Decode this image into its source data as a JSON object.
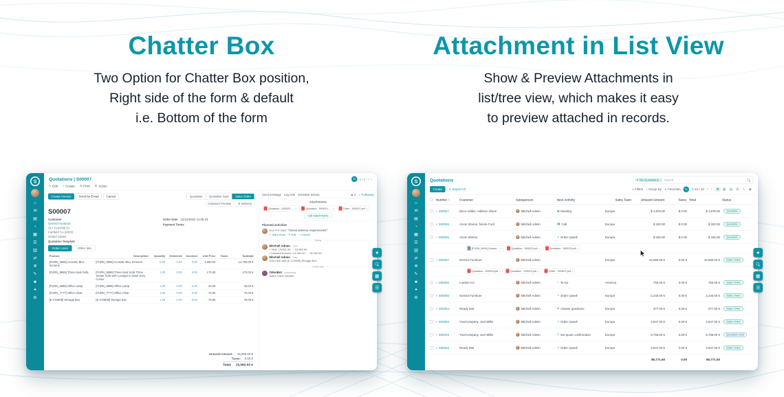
{
  "page": {
    "left_title": "Chatter Box",
    "left_subtitle": [
      "Two Option for Chatter Box position,",
      "Right side of the form & default",
      "i.e. Bottom of the form"
    ],
    "right_title": "Attachment in List View",
    "right_subtitle": [
      "Show & Preview Attachments in",
      "list/tree view, which makes it easy",
      "to preview attached in records."
    ]
  },
  "fabs": {
    "star": "★",
    "grid": "▦",
    "menu": "☰"
  },
  "app_sidebar": {
    "logo_glyph": "S",
    "icons": [
      {
        "name": "home-icon",
        "glyph": "⌂"
      },
      {
        "name": "discuss-icon",
        "glyph": "✉"
      },
      {
        "name": "calendar-icon",
        "glyph": "▤"
      },
      {
        "name": "crm-icon",
        "glyph": "◔"
      },
      {
        "name": "sales-icon",
        "glyph": "▦"
      },
      {
        "name": "dashboard-icon",
        "glyph": "☰"
      },
      {
        "name": "project-icon",
        "glyph": "▥"
      },
      {
        "name": "inventory-icon",
        "glyph": "⇄"
      },
      {
        "name": "accounting-icon",
        "glyph": "≣"
      },
      {
        "name": "purchase-icon",
        "glyph": "✎"
      },
      {
        "name": "employees-icon",
        "glyph": "☻"
      },
      {
        "name": "knowledge-icon",
        "glyph": "✦"
      },
      {
        "name": "settings-icon",
        "glyph": "⚙"
      }
    ]
  },
  "chatter_app": {
    "breadcrumb": "Quotations | S00007",
    "studio_glyph": "↻",
    "pager": "1 / 1",
    "pager_prev": "‹",
    "pager_next": "›",
    "toolbar": [
      {
        "glyph": "✎",
        "label": "Edit",
        "name": "edit-button"
      },
      {
        "glyph": "+",
        "label": "Create",
        "name": "create-button"
      },
      {
        "glyph": "⊟",
        "label": "Print",
        "name": "print-button"
      },
      {
        "glyph": "⚙",
        "label": "Action",
        "name": "action-button"
      }
    ],
    "action_buttons": [
      {
        "label": "Create Invoice",
        "style": "primary",
        "name": "create-invoice-button"
      },
      {
        "label": "Send by Email",
        "style": "",
        "name": "send-by-email-button"
      },
      {
        "label": "Cancel",
        "style": "",
        "name": "cancel-button"
      }
    ],
    "statusbar": [
      {
        "label": "Quotation",
        "state": ""
      },
      {
        "label": "Quotation Sent",
        "state": ""
      },
      {
        "label": "Sales Order",
        "state": "active"
      }
    ],
    "smart_buttons": {
      "customer_preview": "Customer Preview",
      "delivery_count": "2",
      "delivery_label": "Delivery"
    },
    "record": {
      "name": "S00007",
      "customer_label": "Customer",
      "customer": "Gemini Furniture",
      "address": [
        "317 Fairchild Dr",
        "Fairfield CA 94535",
        "United States"
      ],
      "order_date_label": "Order Date",
      "order_date": "12/12/2022 11:05:23",
      "payment_terms_label": "Payment Terms",
      "quotation_template_label": "Quotation Template"
    },
    "tabs": [
      {
        "label": "Order Lines",
        "state": "active"
      },
      {
        "label": "Other Info",
        "state": ""
      }
    ],
    "order_lines": {
      "headers": [
        "Product",
        "Description",
        "Quantity",
        "Delivered",
        "Invoiced",
        "Unit Price",
        "Taxes",
        "Subtotal"
      ],
      "rows": [
        {
          "product": "[FURN_6666] Acoustic Bloc Screens",
          "description": "[FURN_6666] Acoustic Bloc Screens",
          "quantity": "5.00",
          "delivered": "0.00",
          "invoiced": "0.00",
          "unit_price": "2,950.00",
          "taxes": "",
          "subtotal": "14,750.00 €"
        },
        {
          "product": "[FURN_8999] Three-Seat Sofa",
          "description": "[FURN_8999] Three-Seat Sofa Three Seater Sofa with Lounger in Steel Grey Colour",
          "quantity": "1.00",
          "delivered": "0.00",
          "invoiced": "0.00",
          "unit_price": "170.00",
          "taxes": "",
          "subtotal": "170.00 €"
        },
        {
          "product": "[FURN_8888] Office Lamp",
          "description": "[FURN_8888] Office Lamp",
          "quantity": "1.00",
          "delivered": "0.00",
          "invoiced": "0.00",
          "unit_price": "40.00",
          "taxes": "",
          "subtotal": "40.00 €"
        },
        {
          "product": "[FURN_7777] Office Chair",
          "description": "[FURN_7777] Office Chair",
          "quantity": "1.00",
          "delivered": "0.00",
          "invoiced": "0.00",
          "unit_price": "70.00",
          "taxes": "",
          "subtotal": "70.00 €"
        },
        {
          "product": "[E-COM08] Storage Box",
          "description": "[E-COM08] Storage Box",
          "quantity": "1.00",
          "delivered": "0.00",
          "invoiced": "0.00",
          "unit_price": "79.00",
          "taxes": "",
          "subtotal": "79.00 €"
        }
      ]
    },
    "totals": {
      "untaxed_label": "Untaxed Amount:",
      "untaxed": "15,060.00 €",
      "taxes_label": "Taxes:",
      "taxes": "0.00 €",
      "total_label": "Total:",
      "total": "15,060.00 €"
    },
    "chatter": {
      "send_message": "Send message",
      "log_note": "Log note",
      "schedule_activity": "Schedule activity",
      "follower_glyph": "☻",
      "followers_count": "2",
      "following_check": "✓",
      "following": "Following",
      "attachments_label": "Attachments",
      "attachments": [
        "Quotation - S00023.pdf",
        "Quotation - S00013.pdf",
        "Order - S00007.pdf"
      ],
      "chip_close": "×",
      "add_attachments": "Add attachments",
      "planned_label": "Planned activities",
      "activity": {
        "due": "Due in 6 days:",
        "title": "\"Check delivery requirements\"",
        "mark_done": "✓ Mark Done",
        "edit": "✎ Edit",
        "cancel": "× Cancel"
      },
      "today_label": "Today",
      "today_messages": [
        {
          "author": "Mitchell Admin",
          "time": "- now",
          "avatar": "av-admin",
          "line1": "• Total: 14,981.00 → 15,060.00",
          "line2": "• Untaxed Amount: 14,981.00 → 15,060.00"
        },
        {
          "author": "Mitchell Admin",
          "time": "- now",
          "avatar": "av-admin",
          "line1": "Extra line with [E-COM08] Storage Box",
          "line2": ""
        }
      ],
      "yesterday_label": "Yesterday",
      "yesterday_messages": [
        {
          "author": "OdooBot",
          "time": "- yesterday",
          "avatar": "av-bot",
          "line1": "Sales Order created",
          "line2": ""
        }
      ]
    }
  },
  "list_app": {
    "breadcrumb": "Quotations",
    "search": {
      "facet_icon": "★",
      "facet": "My Quotations",
      "facet_close": "×",
      "placeholder": "Search..."
    },
    "create_label": "Create",
    "export_glyph": "↥",
    "export_label": "Export All",
    "filters_glyph": "▾",
    "filters_label": "Filters",
    "groupby_glyph": "≡",
    "groupby_label": "Group By",
    "favorites_glyph": "★",
    "favorites_label": "Favorites",
    "studio_glyph": "↻",
    "pager": "1-10 / 10",
    "pager_prev": "‹",
    "pager_next": "›",
    "view_switcher": [
      {
        "name": "list-view-icon",
        "glyph": "≣",
        "state": "active"
      },
      {
        "name": "kanban-view-icon",
        "glyph": "▦",
        "state": ""
      },
      {
        "name": "calendar-view-icon",
        "glyph": "▤",
        "state": ""
      },
      {
        "name": "pivot-view-icon",
        "glyph": "⊞",
        "state": ""
      },
      {
        "name": "graph-view-icon",
        "glyph": "∿",
        "state": ""
      },
      {
        "name": "map-view-icon",
        "glyph": "◉",
        "state": ""
      }
    ],
    "headers": [
      {
        "label": "Number",
        "sort": "▲"
      },
      {
        "label": "Customer",
        "sort": ""
      },
      {
        "label": "Salesperson",
        "sort": ""
      },
      {
        "label": "Next Activity",
        "sort": ""
      },
      {
        "label": "Sales Team",
        "sort": ""
      },
      {
        "label": "Untaxed Amount",
        "sort": ""
      },
      {
        "label": "Taxes",
        "sort": ""
      },
      {
        "label": "Total",
        "sort": ""
      },
      {
        "label": "Status",
        "sort": ""
      }
    ],
    "rows_top": [
      {
        "expander": "▸",
        "number": "S00027",
        "customer": "Deco Addict, Addison Olson",
        "salesperson": "Mitchell Admin",
        "activity_icon": "▦",
        "activity": "Meeting",
        "team": "Europe",
        "untaxed": "$ 1,878.00",
        "taxes": "$ 0.00",
        "total": "$ 1,878.00",
        "status": "Quotation",
        "status_class": "quotation"
      },
      {
        "expander": "▸",
        "number": "S00026",
        "customer": "Azure Interior, Nicole Ford",
        "salesperson": "Mitchell Admin",
        "activity_icon": "☎",
        "activity": "Call",
        "team": "Europe",
        "untaxed": "$ 320.00",
        "taxes": "$ 0.00",
        "total": "$ 320.00",
        "status": "Quotation",
        "status_class": "quotation"
      },
      {
        "expander": "▾",
        "number": "S00025",
        "customer": "Azure Interior",
        "salesperson": "Mitchell Admin",
        "activity_icon": "↗",
        "activity": "Order Upsell",
        "team": "Europe",
        "untaxed": "$ 346.00",
        "taxes": "$ 0.00",
        "total": "$ 346.00",
        "status": "Quotation",
        "status_class": "quotation"
      }
    ],
    "attachments_s00025": [
      {
        "name": "[FURN_8999] Custom...",
        "kind": "img"
      },
      {
        "name": "Quotation - S00023.pdf",
        "kind": "pdf"
      },
      {
        "name": "Quotation - S00015.pdf",
        "kind": "pdf"
      }
    ],
    "rows_middle": [
      {
        "expander": "▾",
        "number": "S00007",
        "customer": "Gemini Furniture",
        "salesperson": "Mitchell Admin",
        "activity_icon": "",
        "activity": "",
        "team": "Europe",
        "untaxed": "15,060.00 €",
        "taxes": "0.00 €",
        "total": "15,060.00 €",
        "status": "Sales Order",
        "status_class": "sales-order"
      }
    ],
    "attachments_s00007": [
      {
        "name": "Quotation - S00023.pdf",
        "kind": "pdf"
      },
      {
        "name": "Quotation - S00013.pdf",
        "kind": "pdf"
      },
      {
        "name": "Order - S00007.pdf",
        "kind": "pdf"
      }
    ],
    "rows_bottom": [
      {
        "expander": "▸",
        "number": "S00006",
        "customer": "Lumber Inc",
        "salesperson": "Mitchell Admin",
        "activity_icon": "✓",
        "activity": "To Do",
        "team": "America",
        "untaxed": "750.00 €",
        "taxes": "0.00 €",
        "total": "750.00 €",
        "status": "Sales Order",
        "status_class": "sales-order"
      },
      {
        "expander": "▸",
        "number": "S00005",
        "customer": "Gemini Furniture",
        "salesperson": "Mitchell Admin",
        "activity_icon": "↗",
        "activity": "Order Upsell",
        "team": "Europe",
        "untaxed": "2,240.00 €",
        "taxes": "0.00 €",
        "total": "2,240.00 €",
        "status": "Sales Order",
        "status_class": "sales-order"
      },
      {
        "expander": "▸",
        "number": "S00004",
        "customer": "Ready Mat",
        "salesperson": "Mitchell Admin",
        "activity_icon": "✉",
        "activity": "Answer questions",
        "team": "Europe",
        "untaxed": "377.00 €",
        "taxes": "0.00 €",
        "total": "377.00 €",
        "status": "Sales Order",
        "status_class": "sales-order"
      },
      {
        "expander": "▸",
        "number": "S00003",
        "customer": "YourCompany, Joel Willis",
        "salesperson": "Mitchell Admin",
        "activity_icon": "↗",
        "activity": "Order Upsell",
        "team": "Europe",
        "untaxed": "2,947.00 €",
        "taxes": "0.00 €",
        "total": "2,947.00 €",
        "status": "Sales Order",
        "status_class": "sales-order"
      },
      {
        "expander": "▸",
        "number": "S00019",
        "customer": "YourCompany, Joel Willis",
        "salesperson": "Mitchell Admin",
        "activity_icon": "✎",
        "activity": "Set quote confirmation",
        "team": "Europe",
        "untaxed": "9,755.00 €",
        "taxes": "0.00 €",
        "total": "9,755.00 €",
        "status": "Quotation Sent",
        "status_class": "quotation-sent"
      },
      {
        "expander": "▸",
        "number": "S00018",
        "customer": "Ready Mat",
        "salesperson": "Mitchell Admin",
        "activity_icon": "↗",
        "activity": "Order Upsell",
        "team": "Europe",
        "untaxed": "2,947.50 €",
        "taxes": "0.00 €",
        "total": "2,947.50 €",
        "status": "Sales Order",
        "status_class": "sales-order"
      }
    ],
    "chip_close": "×",
    "totals": {
      "untaxed": "86,771.50",
      "taxes": "0.00",
      "total": "86,771.50"
    }
  }
}
